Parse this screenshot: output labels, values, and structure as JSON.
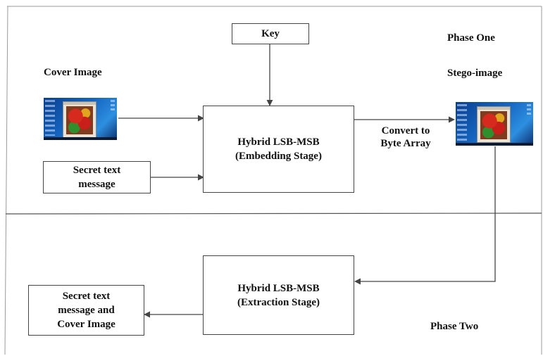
{
  "diagram": {
    "phase_one_label": "Phase One",
    "phase_two_label": "Phase Two",
    "cover_image_label": "Cover Image",
    "stego_image_label": "Stego-image",
    "key_label": "Key",
    "secret_text_line1": "Secret text",
    "secret_text_line2": "message",
    "embedding_line1": "Hybrid LSB-MSB",
    "embedding_line2": "(Embedding Stage)",
    "convert_line1": "Convert to",
    "convert_line2": "Byte Array",
    "extraction_line1": "Hybrid LSB-MSB",
    "extraction_line2": "(Extraction Stage)",
    "output_line1": "Secret text",
    "output_line2": "message and",
    "output_line3": "Cover Image"
  },
  "colors": {
    "line": "#444444",
    "border": "#9a9a9a"
  }
}
